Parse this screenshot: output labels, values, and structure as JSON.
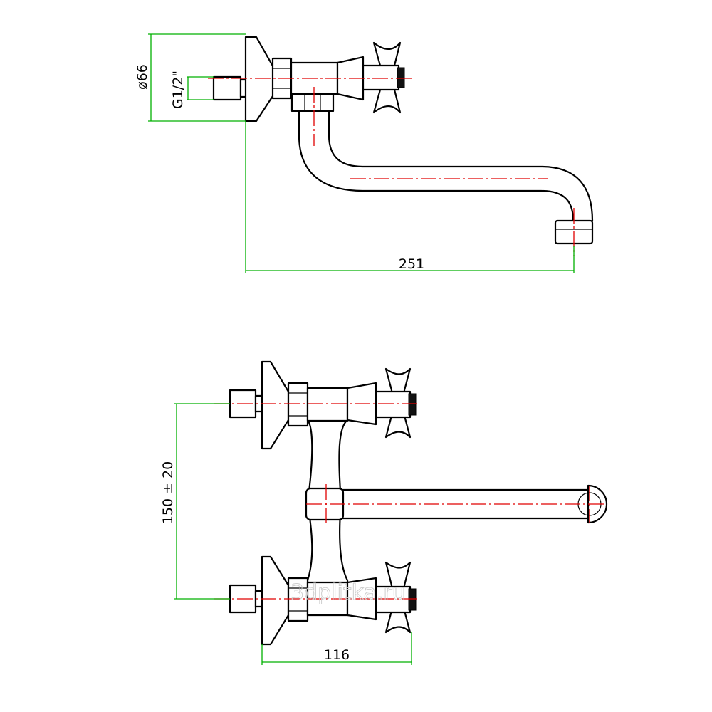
{
  "dimensions": {
    "flange_diameter": "ø66",
    "thread": "G1/2\"",
    "spout_reach": "251",
    "inlet_spacing": "150 ± 20",
    "handle_length": "116"
  },
  "watermark": "3dplitka.ru",
  "colors": {
    "outline": "#000000",
    "centerline": "#e00000",
    "dimension": "#00b000"
  }
}
